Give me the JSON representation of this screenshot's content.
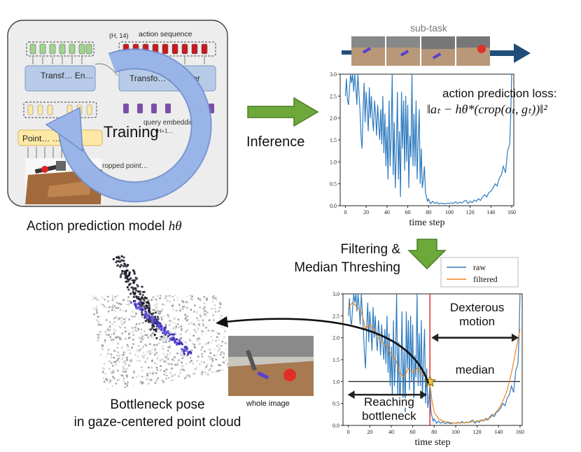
{
  "model_panel": {
    "title": "Action prediction model ",
    "title_math": "hθ",
    "labels": {
      "shape": "(H, 14)",
      "action_sequence": "action sequence",
      "encoder": "Transf… En…",
      "decoder": "Transfo… Decoder",
      "query": "query embedding",
      "query_shape": "(H+1…",
      "pointnet": "Point… …rmer",
      "cropped": "…ropped point…",
      "training": "Training"
    }
  },
  "arrows": {
    "inference": "Inference",
    "filtering": "Filtering &\nMedian Threshing"
  },
  "subtask": {
    "label": "sub-task"
  },
  "loss": {
    "title": "action prediction loss:",
    "formula": "‖aₜ − hθ*(crop(oₜ, gₜ))‖²"
  },
  "bottleneck": {
    "title_line1": "Bottleneck pose",
    "title_line2": "in gaze-centered point cloud",
    "whole_image": "whole image"
  },
  "annotations": {
    "dexterous": "Dexterous\nmotion",
    "median": "median",
    "reaching": "Reaching\nbottleneck"
  },
  "colors": {
    "raw": "#2e7bbf",
    "filtered": "#f0831f",
    "block_blue": "#b7cbe8",
    "block_yellow": "#fde8a6",
    "arrow_green": "#6da83a",
    "arrow_navy": "#1f4e79",
    "cycle_arrow": "#8fabe0",
    "median_line": "#000000",
    "bottleneck_line": "#e03030"
  },
  "chart_data": [
    {
      "type": "line",
      "xlabel": "time step",
      "ylabel": "",
      "xlim": [
        -5,
        162
      ],
      "ylim": [
        0,
        3.0
      ],
      "xticks": [
        0,
        20,
        40,
        60,
        80,
        100,
        120,
        140,
        160
      ],
      "yticks": [
        0.0,
        0.5,
        1.0,
        1.5,
        2.0,
        2.5,
        3.0
      ],
      "grid": false,
      "series": [
        {
          "name": "",
          "x": [
            0,
            1,
            2,
            3,
            4,
            5,
            6,
            7,
            8,
            9,
            10,
            11,
            12,
            13,
            14,
            15,
            16,
            17,
            18,
            19,
            20,
            21,
            22,
            23,
            24,
            25,
            26,
            27,
            28,
            29,
            30,
            31,
            32,
            33,
            34,
            35,
            36,
            37,
            38,
            39,
            40,
            41,
            42,
            43,
            44,
            45,
            46,
            47,
            48,
            49,
            50,
            51,
            52,
            53,
            54,
            55,
            56,
            57,
            58,
            59,
            60,
            61,
            62,
            63,
            64,
            65,
            66,
            67,
            68,
            69,
            70,
            71,
            72,
            73,
            74,
            75,
            76,
            77,
            78,
            79,
            80,
            82,
            84,
            86,
            88,
            90,
            92,
            94,
            96,
            98,
            100,
            102,
            104,
            106,
            108,
            110,
            112,
            114,
            116,
            118,
            120,
            122,
            124,
            126,
            128,
            130,
            132,
            134,
            136,
            138,
            140,
            142,
            144,
            146,
            148,
            150,
            152,
            154,
            156,
            158,
            159,
            160
          ],
          "values": [
            2.5,
            2.9,
            2.4,
            2.3,
            2.7,
            3.0,
            2.8,
            3.0,
            2.6,
            3.0,
            2.7,
            2.3,
            3.0,
            2.6,
            2.2,
            1.6,
            1.3,
            2.2,
            2.8,
            1.9,
            2.6,
            2.2,
            1.7,
            2.7,
            2.0,
            2.5,
            2.0,
            1.7,
            2.4,
            2.1,
            1.6,
            2.3,
            1.9,
            1.5,
            2.2,
            1.4,
            2.5,
            1.2,
            2.1,
            0.9,
            1.8,
            0.6,
            2.4,
            0.9,
            1.6,
            3.0,
            0.7,
            1.9,
            0.4,
            1.2,
            2.6,
            0.6,
            1.7,
            0.2,
            2.6,
            1.3,
            2.4,
            0.8,
            2.5,
            1.0,
            2.3,
            0.4,
            1.6,
            1.1,
            3.0,
            0.9,
            2.1,
            0.9,
            2.4,
            0.6,
            1.5,
            2.2,
            0.5,
            1.3,
            0.4,
            0.6,
            0.9,
            0.3,
            0.2,
            0.1,
            0.15,
            0.05,
            0.1,
            0.05,
            0.08,
            0.04,
            0.06,
            0.05,
            0.04,
            0.06,
            0.05,
            0.07,
            0.05,
            0.09,
            0.05,
            0.08,
            0.06,
            0.1,
            0.12,
            0.05,
            0.1,
            0.07,
            0.13,
            0.1,
            0.16,
            0.12,
            0.2,
            0.25,
            0.2,
            0.3,
            0.33,
            0.4,
            0.5,
            0.45,
            0.62,
            0.7,
            0.9,
            0.75,
            1.25,
            1.4,
            2.0,
            3.0
          ]
        }
      ]
    },
    {
      "type": "line",
      "xlabel": "time step",
      "ylabel": "",
      "xlim": [
        -5,
        162
      ],
      "ylim": [
        0,
        3.0
      ],
      "xticks": [
        0,
        20,
        40,
        60,
        80,
        100,
        120,
        140,
        160
      ],
      "yticks": [
        0.0,
        0.5,
        1.0,
        1.5,
        2.0,
        2.5,
        3.0
      ],
      "grid": false,
      "legend": "top-right",
      "median": 1.0,
      "bottleneck_x": 76,
      "series": [
        {
          "name": "raw",
          "x": [
            0,
            1,
            2,
            3,
            4,
            5,
            6,
            7,
            8,
            9,
            10,
            11,
            12,
            13,
            14,
            15,
            16,
            17,
            18,
            19,
            20,
            21,
            22,
            23,
            24,
            25,
            26,
            27,
            28,
            29,
            30,
            31,
            32,
            33,
            34,
            35,
            36,
            37,
            38,
            39,
            40,
            41,
            42,
            43,
            44,
            45,
            46,
            47,
            48,
            49,
            50,
            51,
            52,
            53,
            54,
            55,
            56,
            57,
            58,
            59,
            60,
            61,
            62,
            63,
            64,
            65,
            66,
            67,
            68,
            69,
            70,
            71,
            72,
            73,
            74,
            75,
            76,
            77,
            78,
            79,
            80,
            82,
            84,
            86,
            88,
            90,
            92,
            94,
            96,
            98,
            100,
            102,
            104,
            106,
            108,
            110,
            112,
            114,
            116,
            118,
            120,
            122,
            124,
            126,
            128,
            130,
            132,
            134,
            136,
            138,
            140,
            142,
            144,
            146,
            148,
            150,
            152,
            154,
            156,
            158,
            159,
            160
          ],
          "values": [
            2.5,
            2.9,
            2.4,
            2.3,
            2.7,
            3.0,
            2.8,
            3.0,
            2.6,
            3.0,
            2.7,
            2.3,
            3.0,
            2.6,
            2.2,
            1.6,
            1.3,
            2.2,
            2.8,
            1.9,
            2.6,
            2.2,
            1.7,
            2.7,
            2.0,
            2.5,
            2.0,
            1.7,
            2.4,
            2.1,
            1.6,
            2.3,
            1.9,
            1.5,
            2.2,
            1.4,
            2.5,
            1.2,
            2.1,
            0.9,
            1.8,
            0.6,
            2.4,
            0.9,
            1.6,
            3.0,
            0.7,
            1.9,
            0.4,
            1.2,
            2.6,
            0.6,
            1.7,
            0.2,
            2.6,
            1.3,
            2.4,
            0.8,
            2.5,
            1.0,
            2.3,
            0.4,
            1.6,
            1.1,
            3.0,
            0.9,
            2.1,
            0.9,
            2.4,
            0.6,
            1.5,
            2.2,
            0.5,
            1.3,
            0.4,
            0.6,
            0.9,
            0.3,
            0.2,
            0.1,
            0.15,
            0.05,
            0.1,
            0.05,
            0.08,
            0.04,
            0.06,
            0.05,
            0.04,
            0.06,
            0.05,
            0.07,
            0.05,
            0.09,
            0.05,
            0.08,
            0.06,
            0.1,
            0.12,
            0.05,
            0.1,
            0.07,
            0.13,
            0.1,
            0.16,
            0.12,
            0.2,
            0.25,
            0.2,
            0.3,
            0.33,
            0.4,
            0.5,
            0.45,
            0.62,
            0.7,
            0.9,
            0.75,
            1.25,
            1.4,
            2.0,
            3.0
          ]
        },
        {
          "name": "filtered",
          "x": [
            0,
            4,
            8,
            12,
            16,
            20,
            24,
            28,
            32,
            36,
            40,
            44,
            48,
            52,
            56,
            60,
            64,
            68,
            72,
            74,
            76,
            78,
            80,
            84,
            88,
            92,
            96,
            100,
            104,
            108,
            112,
            116,
            120,
            124,
            128,
            132,
            136,
            140,
            144,
            148,
            152,
            156,
            160
          ],
          "values": [
            2.7,
            2.8,
            2.7,
            2.6,
            2.2,
            2.3,
            2.2,
            2.0,
            1.9,
            1.8,
            1.6,
            1.5,
            1.2,
            1.1,
            1.3,
            1.2,
            1.3,
            1.2,
            1.1,
            1.0,
            0.95,
            0.55,
            0.3,
            0.15,
            0.1,
            0.08,
            0.06,
            0.05,
            0.06,
            0.06,
            0.07,
            0.08,
            0.1,
            0.11,
            0.13,
            0.17,
            0.25,
            0.38,
            0.55,
            0.8,
            1.2,
            1.7,
            2.2
          ]
        }
      ]
    }
  ]
}
